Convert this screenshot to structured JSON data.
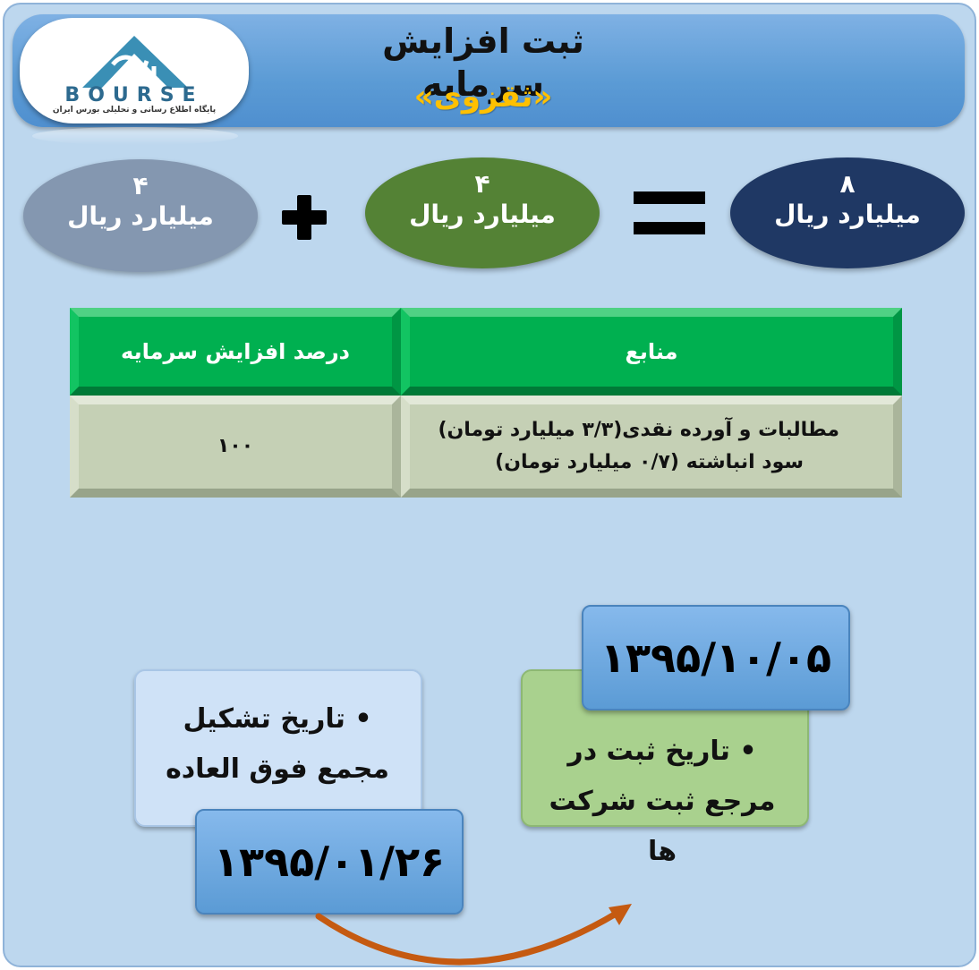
{
  "header": {
    "title": "ثبت افزایش سرمایه",
    "symbol": "«ثقزوی»"
  },
  "logo": {
    "number": "24",
    "word": "BOURSE",
    "tagline": "پایگاه اطلاع رسانی و تحلیلی بورس ایران"
  },
  "equation": {
    "part1": {
      "value": "۴",
      "unit": "میلیارد ریال"
    },
    "operator_plus": "+",
    "part2": {
      "value": "۴",
      "unit": "میلیارد ریال"
    },
    "operator_equals": "=",
    "total": {
      "value": "۸",
      "unit": "میلیارد ریال"
    }
  },
  "table": {
    "headers": [
      "درصد افزایش سرمایه",
      "منابع"
    ],
    "percent": "۱۰۰",
    "sources": [
      "مطالبات و آورده نقدی(۳/۳ میلیارد تومان)",
      "سود انباشته (۰/۷ میلیارد تومان)"
    ]
  },
  "timeline": {
    "meeting_label": "• تاریخ تشکیل مجمع فوق العاده",
    "meeting_date": "۱۳۹۵/۰۱/۲۶",
    "registration_label": "• تاریخ ثبت در مرجع ثبت شرکت ها",
    "registration_date": "۱۳۹۵/۱۰/۰۵"
  },
  "colors": {
    "background": "#bdd7ee",
    "header": "#5b9bd5",
    "symbol": "#ffc000",
    "ellipse_grey": "#8497b0",
    "ellipse_green": "#548235",
    "ellipse_navy": "#1f3864",
    "table_header": "#00b050",
    "table_body": "#c5d0b5",
    "arrow": "#c55a11"
  }
}
